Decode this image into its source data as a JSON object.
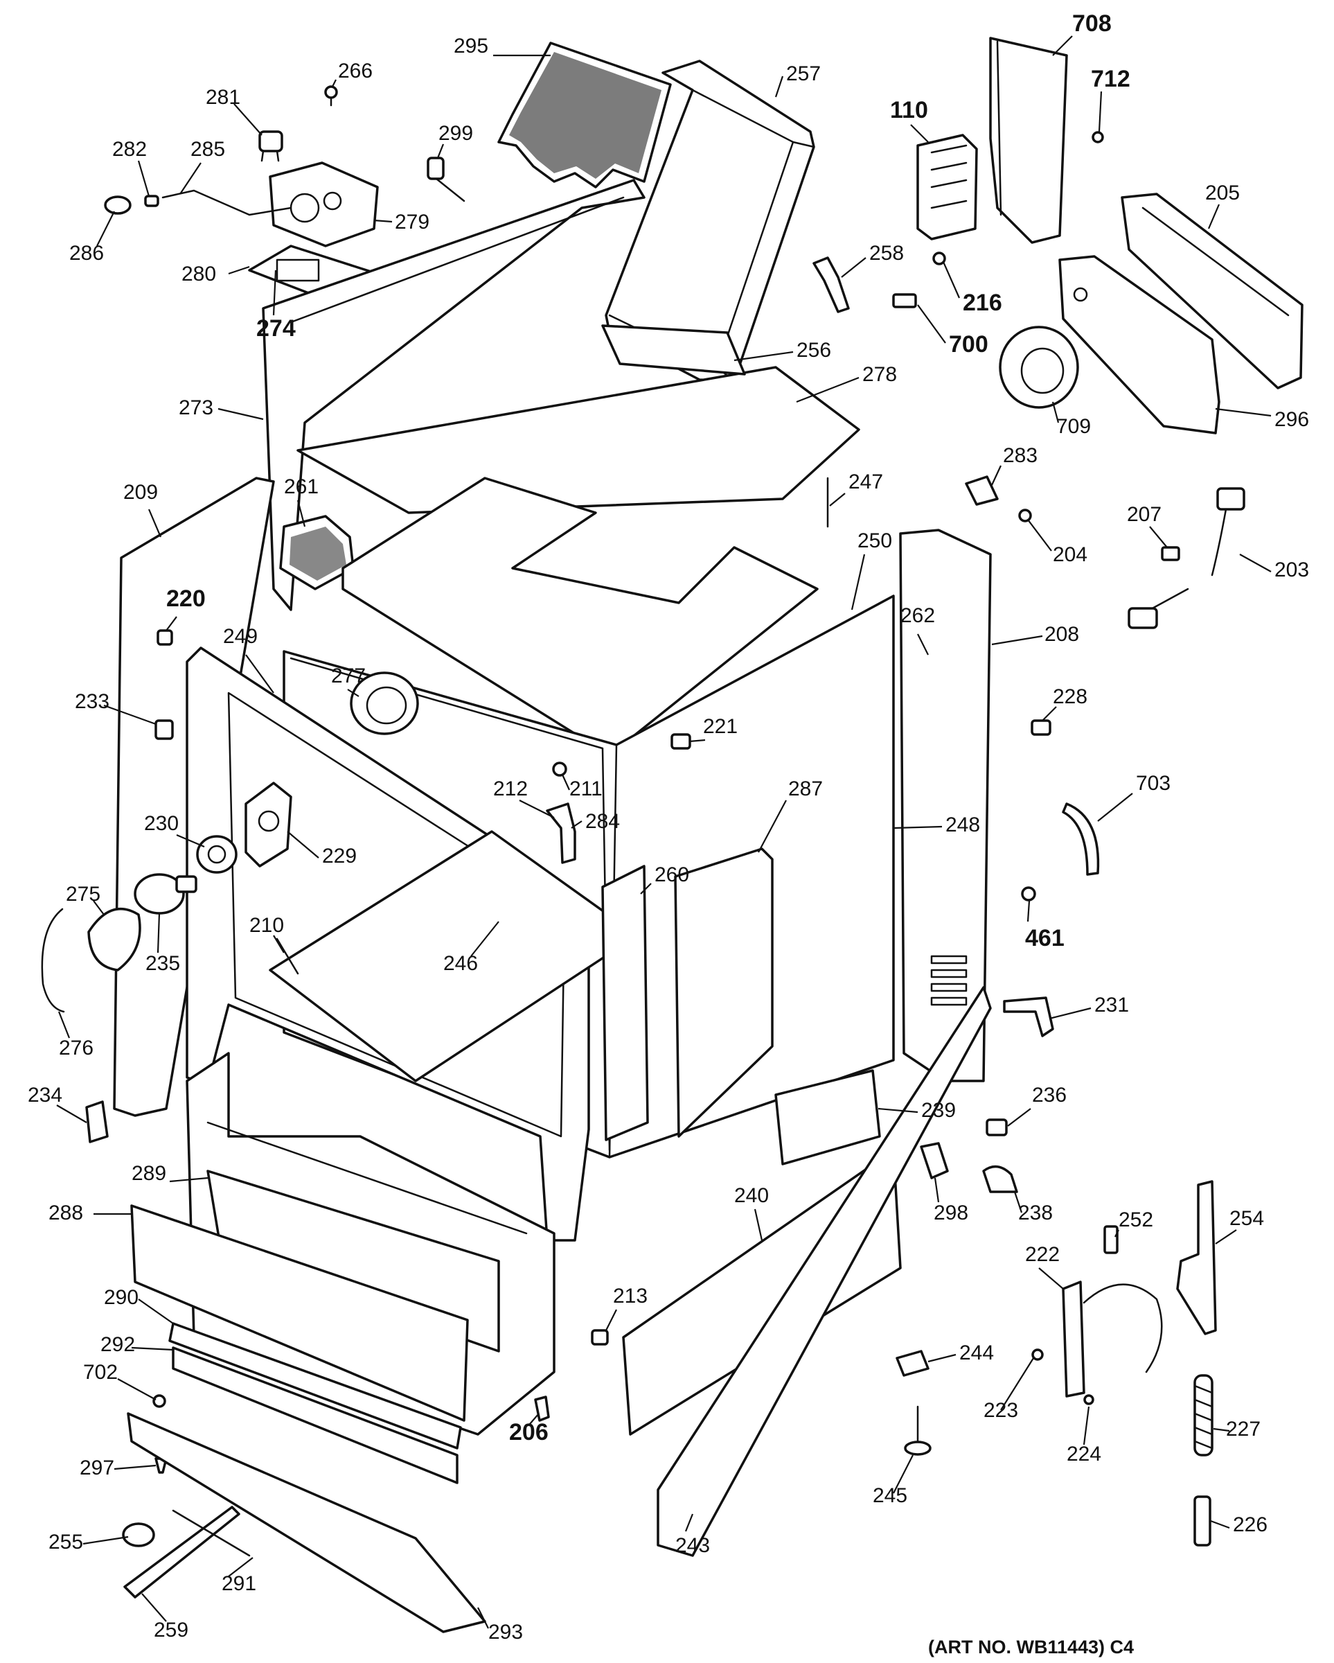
{
  "diagram_title": "",
  "art_note": "(ART NO. WB11443) C4",
  "callouts": [
    {
      "id": "295",
      "bold": false
    },
    {
      "id": "257",
      "bold": false
    },
    {
      "id": "266",
      "bold": false
    },
    {
      "id": "281",
      "bold": false
    },
    {
      "id": "299",
      "bold": false
    },
    {
      "id": "282",
      "bold": false
    },
    {
      "id": "285",
      "bold": false
    },
    {
      "id": "279",
      "bold": false
    },
    {
      "id": "286",
      "bold": false
    },
    {
      "id": "280",
      "bold": false
    },
    {
      "id": "274",
      "bold": true
    },
    {
      "id": "708",
      "bold": true
    },
    {
      "id": "712",
      "bold": true
    },
    {
      "id": "110",
      "bold": true
    },
    {
      "id": "205",
      "bold": false
    },
    {
      "id": "258",
      "bold": false
    },
    {
      "id": "216",
      "bold": true
    },
    {
      "id": "700",
      "bold": true
    },
    {
      "id": "256",
      "bold": false
    },
    {
      "id": "278",
      "bold": false
    },
    {
      "id": "709",
      "bold": false
    },
    {
      "id": "296",
      "bold": false
    },
    {
      "id": "273",
      "bold": false
    },
    {
      "id": "209",
      "bold": false
    },
    {
      "id": "261",
      "bold": false
    },
    {
      "id": "247",
      "bold": false
    },
    {
      "id": "283",
      "bold": false
    },
    {
      "id": "250",
      "bold": false
    },
    {
      "id": "204",
      "bold": false
    },
    {
      "id": "207",
      "bold": false
    },
    {
      "id": "203",
      "bold": false
    },
    {
      "id": "220",
      "bold": true
    },
    {
      "id": "208",
      "bold": false
    },
    {
      "id": "262",
      "bold": false
    },
    {
      "id": "249",
      "bold": false
    },
    {
      "id": "233",
      "bold": false
    },
    {
      "id": "277",
      "bold": false
    },
    {
      "id": "228",
      "bold": false
    },
    {
      "id": "221",
      "bold": false
    },
    {
      "id": "211",
      "bold": false
    },
    {
      "id": "212",
      "bold": false
    },
    {
      "id": "284",
      "bold": false
    },
    {
      "id": "287",
      "bold": false
    },
    {
      "id": "703",
      "bold": false
    },
    {
      "id": "230",
      "bold": false
    },
    {
      "id": "248",
      "bold": false
    },
    {
      "id": "229",
      "bold": false
    },
    {
      "id": "275",
      "bold": false
    },
    {
      "id": "260",
      "bold": false
    },
    {
      "id": "461",
      "bold": true
    },
    {
      "id": "235",
      "bold": false
    },
    {
      "id": "210",
      "bold": false
    },
    {
      "id": "246",
      "bold": false
    },
    {
      "id": "231",
      "bold": false
    },
    {
      "id": "276",
      "bold": false
    },
    {
      "id": "234",
      "bold": false
    },
    {
      "id": "236",
      "bold": false
    },
    {
      "id": "239",
      "bold": false
    },
    {
      "id": "298",
      "bold": false
    },
    {
      "id": "238",
      "bold": false
    },
    {
      "id": "289",
      "bold": false
    },
    {
      "id": "288",
      "bold": false
    },
    {
      "id": "240",
      "bold": false
    },
    {
      "id": "252",
      "bold": false
    },
    {
      "id": "254",
      "bold": false
    },
    {
      "id": "222",
      "bold": false
    },
    {
      "id": "213",
      "bold": false
    },
    {
      "id": "290",
      "bold": false
    },
    {
      "id": "292",
      "bold": false
    },
    {
      "id": "244",
      "bold": false
    },
    {
      "id": "702",
      "bold": false
    },
    {
      "id": "223",
      "bold": false
    },
    {
      "id": "206",
      "bold": true
    },
    {
      "id": "227",
      "bold": false
    },
    {
      "id": "224",
      "bold": false
    },
    {
      "id": "297",
      "bold": false
    },
    {
      "id": "245",
      "bold": false
    },
    {
      "id": "255",
      "bold": false
    },
    {
      "id": "226",
      "bold": false
    },
    {
      "id": "243",
      "bold": false
    },
    {
      "id": "291",
      "bold": false
    },
    {
      "id": "259",
      "bold": false
    },
    {
      "id": "293",
      "bold": false
    }
  ]
}
